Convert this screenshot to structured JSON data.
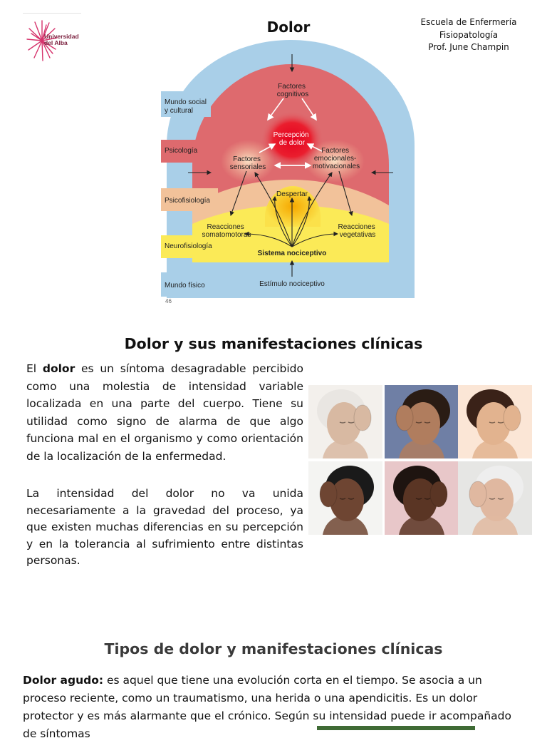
{
  "header": {
    "logo_text": [
      "Universidad",
      "del Alba"
    ],
    "title": "Dolor",
    "school_lines": [
      "Escuela de Enfermería",
      "Fisiopatología",
      "Prof. June Champin"
    ]
  },
  "diagram": {
    "side_labels": [
      "Mundo social y cultural",
      "Psicología",
      "Psicofisiología",
      "Neurofisiología",
      "Mundo físico"
    ],
    "factores_cognitivos": [
      "Factores",
      "cognitivos"
    ],
    "percepcion": [
      "Percepción",
      "de dolor"
    ],
    "factores_sensoriales": [
      "Factores",
      "sensoriales"
    ],
    "factores_emocionales": [
      "Factores",
      "emocionales-",
      "motivacionales"
    ],
    "despertar": "Despertar",
    "reacciones_somatomotoras": [
      "Reacciones",
      "somatomotoras"
    ],
    "reacciones_vegetativas": [
      "Reacciones",
      "vegetativas"
    ],
    "sistema": "Sistema nociceptivo",
    "estimulo": "Estímulo nociceptivo",
    "colors": {
      "outer": "#a9cfe8",
      "psych": "#de6a6e",
      "psychophys": "#f2c29a",
      "neuro": "#fbea57",
      "core": "#e5001e"
    }
  },
  "section1": {
    "title": "Dolor y sus manifestaciones clínicas",
    "p1_lead": "El ",
    "p1_bold": "dolor",
    "p1_rest": " es un síntoma desagradable percibido como una molestia de intensidad variable localizada en una parte del cuerpo. Tiene su utilidad como signo de alarma de que algo funciona mal en el organismo y como orientación de la localización de la enfermedad.",
    "p2": "La intensidad del dolor no va unida necesariamente a la gravedad del proceso, ya que existen muchas diferencias en su percepción y en la tolerancia al sufrimiento entre distintas personas."
  },
  "photos": [
    {
      "desc": "woman-headache-1",
      "skin": "#d8b9a2",
      "hair": "#e9e6e2",
      "bg": "#f3f0ec"
    },
    {
      "desc": "man-headache-1",
      "skin": "#b07d5e",
      "hair": "#2a1c14",
      "bg": "#6f7fa5"
    },
    {
      "desc": "woman-headache-2",
      "skin": "#e2b38f",
      "hair": "#3a2218",
      "bg": "#fbe6d6"
    },
    {
      "desc": "man-headache-2",
      "skin": "#6e4532",
      "hair": "#1a1a1a",
      "bg": "#f4f4f2"
    },
    {
      "desc": "woman-headache-3",
      "skin": "#5a3524",
      "hair": "#1e1410",
      "bg": "#e8c7c9"
    },
    {
      "desc": "man-headache-3",
      "skin": "#e0b8a0",
      "hair": "#eeeeee",
      "bg": "#e6e6e4"
    }
  ],
  "section2": {
    "title": "Tipos de dolor y manifestaciones clínicas",
    "p3_bold": "Dolor agudo:",
    "p3_rest": " es aquel que tiene una evolución corta en el tiempo. Se asocia a un proceso reciente, como un traumatismo, una herida o una apendicitis. Es un dolor protector y  es más alarmante que el crónico. Según su intensidad puede ir acompañado de síntomas"
  }
}
